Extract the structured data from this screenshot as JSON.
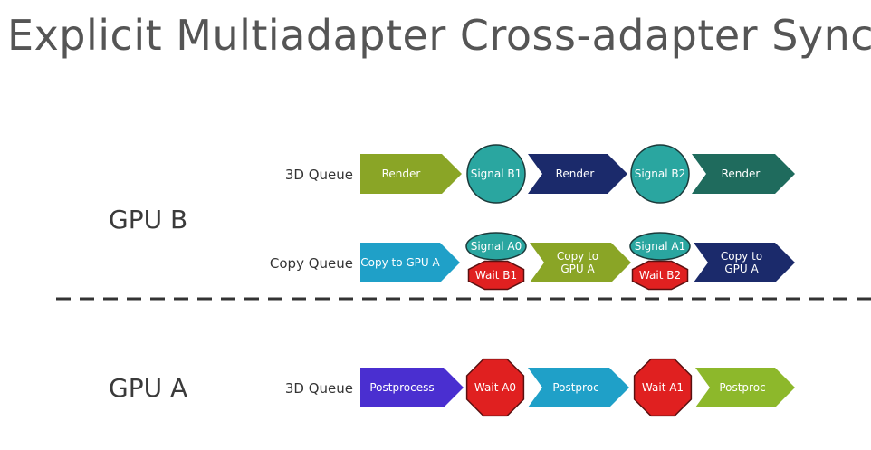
{
  "title": "Explicit Multiadapter Cross-adapter Sync",
  "gpus": {
    "b_label": "GPU B",
    "a_label": "GPU A"
  },
  "queues": {
    "b_3d": "3D Queue",
    "b_copy": "Copy Queue",
    "a_3d": "3D Queue"
  },
  "colors": {
    "olive": "#8aa526",
    "teal_circle": "#2aa6a0",
    "navy": "#1b2a6b",
    "dark_teal": "#1f6b5d",
    "cyan": "#1fa0c8",
    "red": "#e02020",
    "purple": "#4a2fd0",
    "green": "#8db82b"
  },
  "rows": [
    {
      "id": "b-3d",
      "items": [
        {
          "kind": "arrow",
          "text": [
            "Render"
          ],
          "color": "#8aa526"
        },
        {
          "kind": "circle",
          "text": [
            "Signal B1"
          ],
          "color": "#2aa6a0"
        },
        {
          "kind": "arrow",
          "text": [
            "Render"
          ],
          "color": "#1b2a6b"
        },
        {
          "kind": "circle",
          "text": [
            "Signal B2"
          ],
          "color": "#2aa6a0"
        },
        {
          "kind": "arrow",
          "text": [
            "Render"
          ],
          "color": "#1f6b5d"
        }
      ]
    },
    {
      "id": "b-copy",
      "items": [
        {
          "kind": "arrow",
          "text": [
            "Copy to GPU A"
          ],
          "color": "#1fa0c8"
        },
        {
          "kind": "ellipse",
          "text": [
            "Signal A0"
          ],
          "color": "#2aa6a0"
        },
        {
          "kind": "octagon",
          "text": [
            "Wait B1"
          ],
          "color": "#e02020"
        },
        {
          "kind": "arrow",
          "text": [
            "Copy to",
            "GPU A"
          ],
          "color": "#8aa526"
        },
        {
          "kind": "ellipse",
          "text": [
            "Signal A1"
          ],
          "color": "#2aa6a0"
        },
        {
          "kind": "octagon",
          "text": [
            "Wait B2"
          ],
          "color": "#e02020"
        },
        {
          "kind": "arrow",
          "text": [
            "Copy to",
            "GPU A"
          ],
          "color": "#1b2a6b"
        }
      ]
    },
    {
      "id": "a-3d",
      "items": [
        {
          "kind": "arrow",
          "text": [
            "Postprocess"
          ],
          "color": "#4a2fd0"
        },
        {
          "kind": "octagon",
          "text": [
            "Wait A0"
          ],
          "color": "#e02020"
        },
        {
          "kind": "arrow",
          "text": [
            "Postproc"
          ],
          "color": "#1fa0c8"
        },
        {
          "kind": "octagon",
          "text": [
            "Wait A1"
          ],
          "color": "#e02020"
        },
        {
          "kind": "arrow",
          "text": [
            "Postproc"
          ],
          "color": "#8db82b"
        }
      ]
    }
  ]
}
